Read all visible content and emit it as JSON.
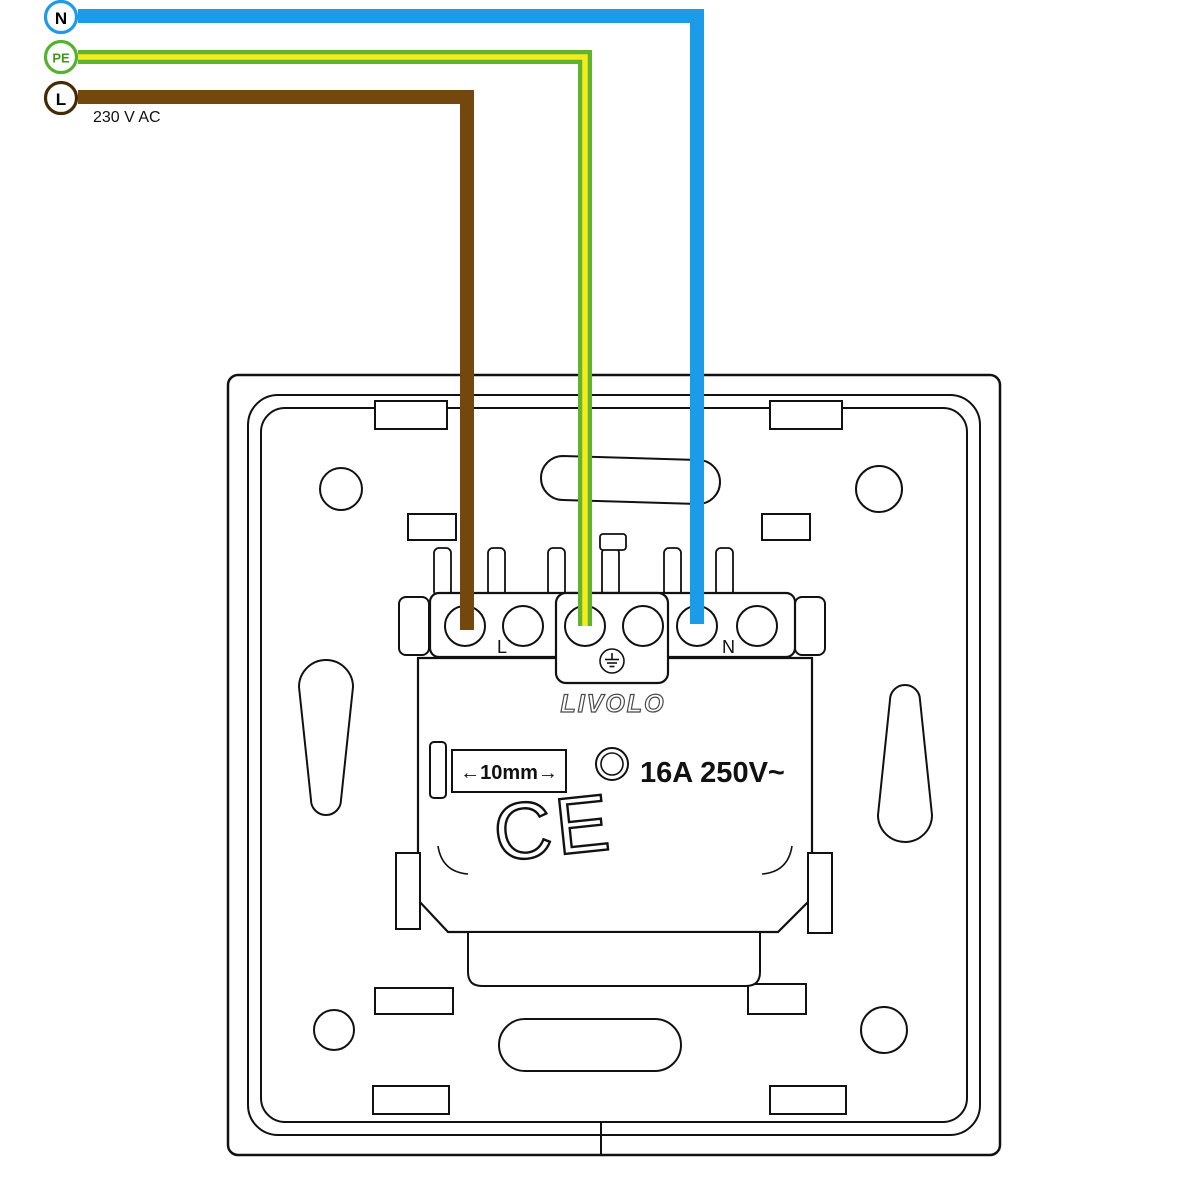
{
  "legend": {
    "items": [
      {
        "label": "N",
        "ring_color": "#1C9BE8",
        "text_color": "#000000"
      },
      {
        "label": "PE",
        "ring_color": "#56B12C",
        "text_color": "#3F9A1B"
      },
      {
        "label": "L",
        "ring_color": "#452B04",
        "text_color": "#000000"
      }
    ],
    "voltage_note": "230 V AC"
  },
  "wires": {
    "n_color": "#1C9BE8",
    "pe_green": "#61B42C",
    "pe_yellow": "#F4EC1C",
    "l_color": "#73470D"
  },
  "device": {
    "brand": "LIVOLO",
    "rating": "16A 250V~",
    "strip_gauge": "←10mm→",
    "ce_mark": "CE",
    "terminal_left_label": "L",
    "terminal_right_label": "N"
  }
}
